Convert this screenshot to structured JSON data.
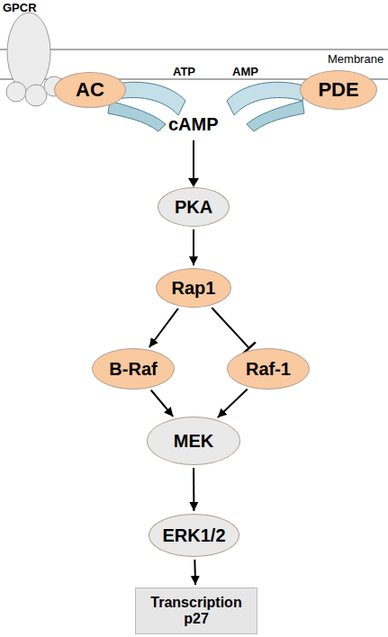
{
  "diagram": {
    "nodes": [
      {
        "text": [
          "AC"
        ]
      },
      {
        "text": [
          "PDE"
        ]
      },
      {
        "text": [
          "PKA"
        ]
      },
      {
        "text": [
          "Rap1"
        ]
      },
      {
        "text": [
          "B-Raf"
        ]
      },
      {
        "text": [
          "Raf-1"
        ]
      },
      {
        "text": [
          "MEK"
        ]
      },
      {
        "text": [
          "ERK1/2"
        ]
      },
      {
        "text": [
          "Transcription p27"
        ]
      }
    ],
    "edges": [
      {
        "from": 2,
        "to": 3,
        "arrow": "to"
      },
      {
        "from": 3,
        "to": 4,
        "arrow": "to"
      },
      {
        "from": 3,
        "to": 5,
        "arrow": "to"
      },
      {
        "from": 4,
        "to": 6,
        "arrow": "to"
      },
      {
        "from": 5,
        "to": 6,
        "arrow": "to"
      },
      {
        "from": 6,
        "to": 7,
        "arrow": "to"
      },
      {
        "from": 7,
        "to": 8,
        "arrow": "to"
      }
    ],
    "labels": [
      "GPCR",
      "Membrane",
      "ATP",
      "AMP",
      "cAMP"
    ]
  }
}
